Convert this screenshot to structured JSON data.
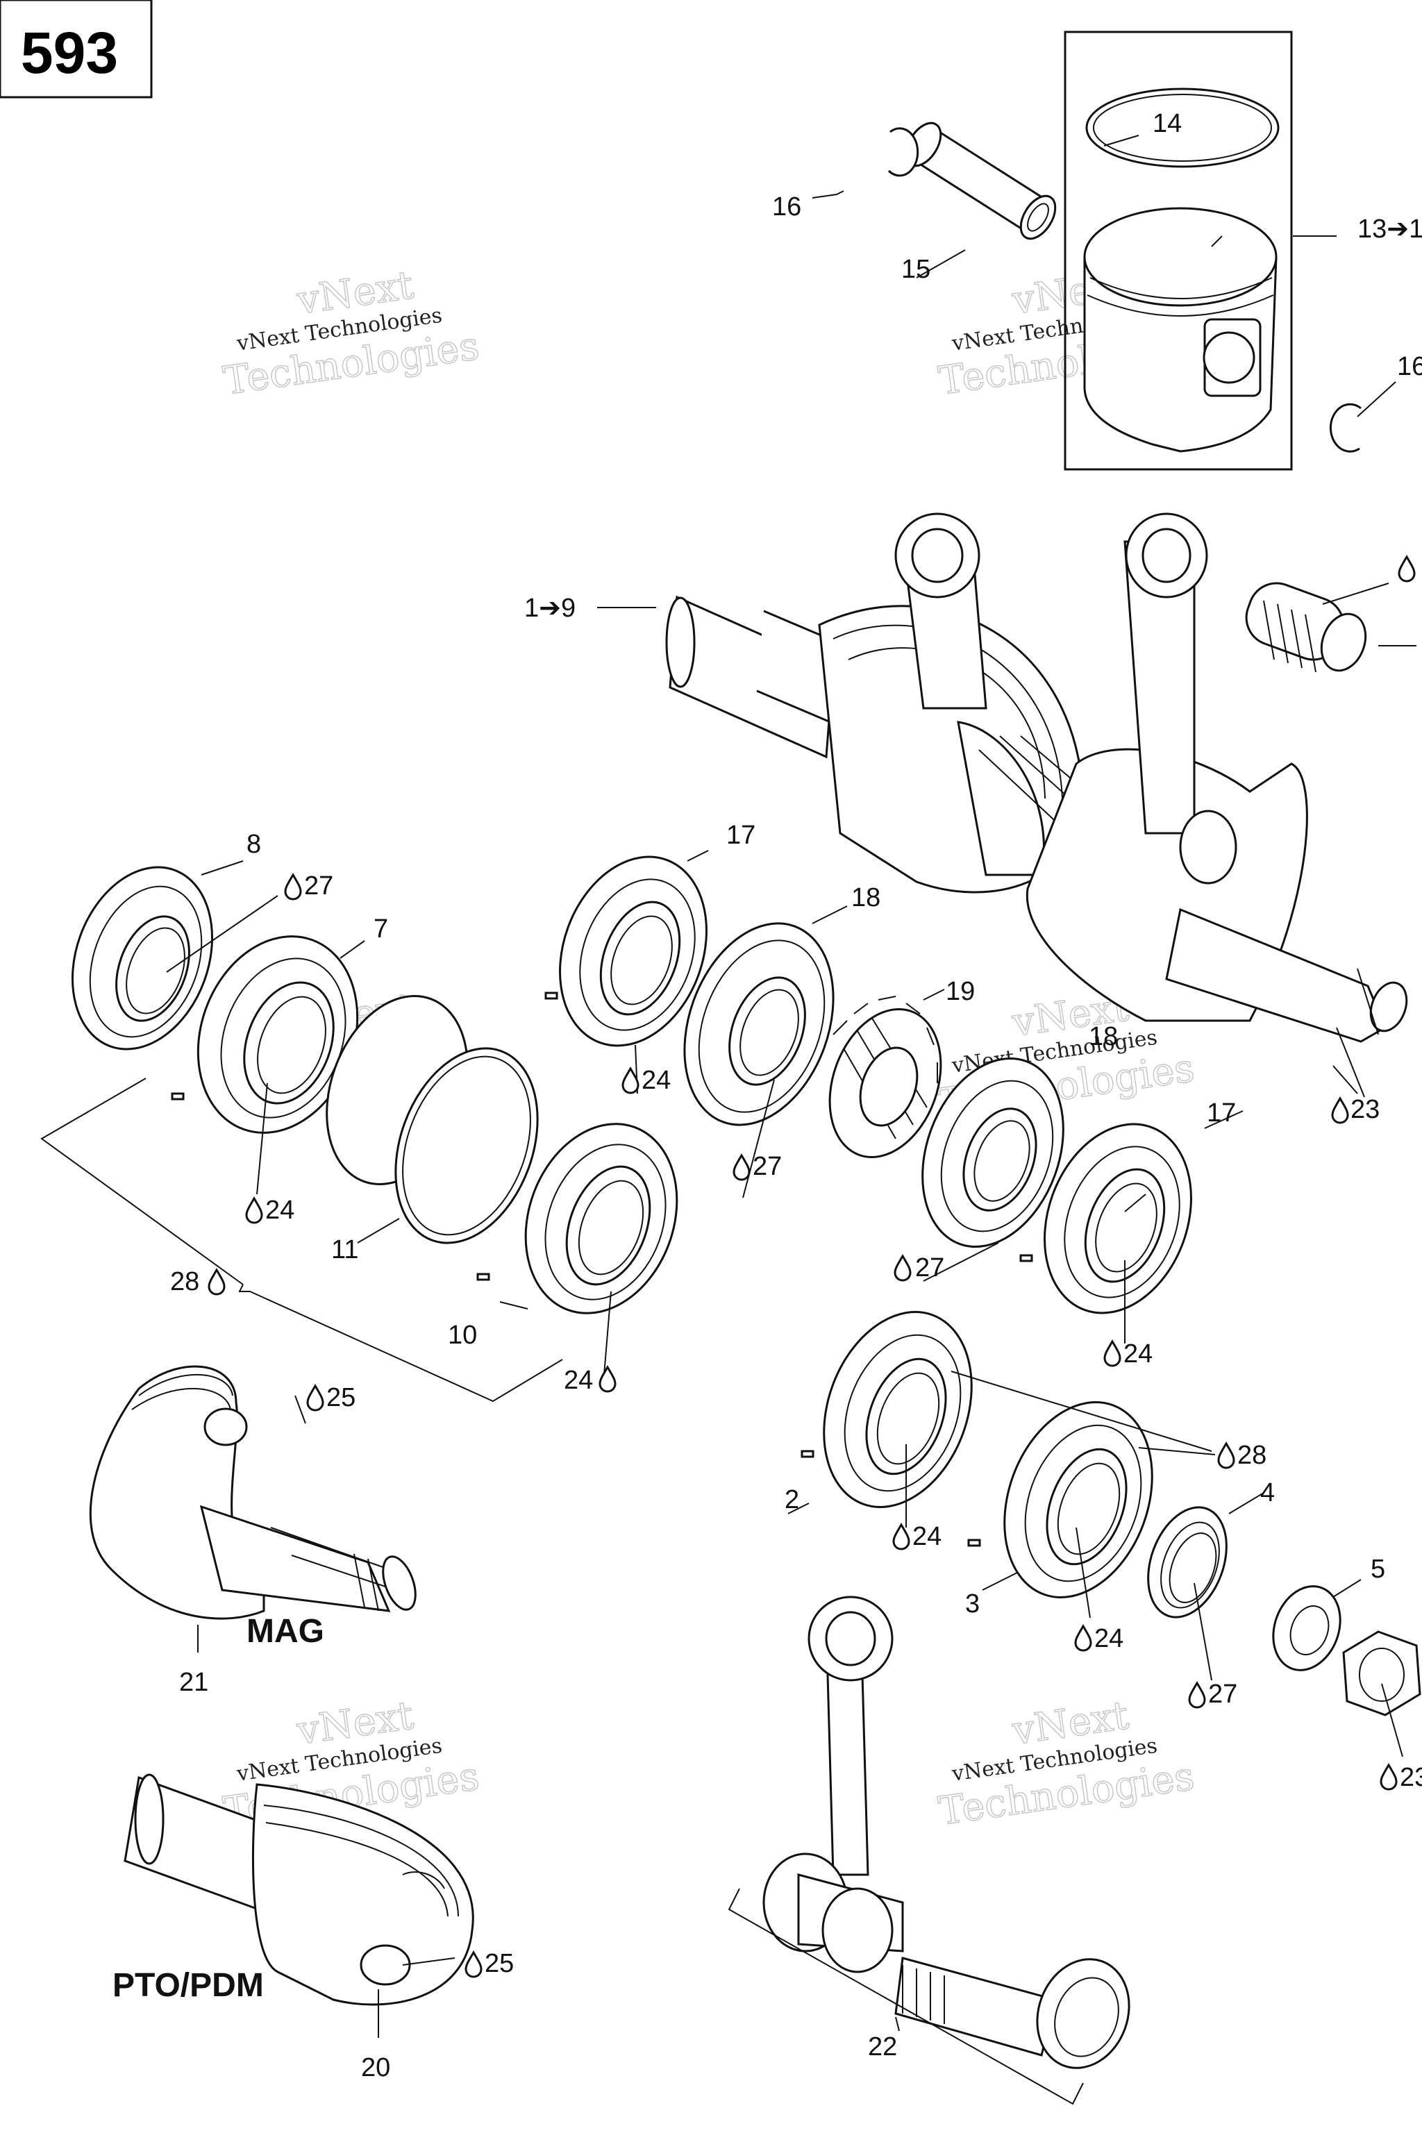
{
  "page_number": "593",
  "watermark": {
    "line1": "vNext Technologies",
    "line2": "vNext",
    "line3": "Technologies"
  },
  "labels": {
    "mag": "MAG",
    "pto": "PTO/PDM"
  },
  "callouts": [
    {
      "id": "c14",
      "text": "14"
    },
    {
      "id": "c16a",
      "text": "16"
    },
    {
      "id": "c15",
      "text": "15"
    },
    {
      "id": "c13",
      "text": "13➔1"
    },
    {
      "id": "c16b",
      "text": "16"
    },
    {
      "id": "c1to9",
      "text": "1➔9"
    },
    {
      "id": "c8",
      "text": "8"
    },
    {
      "id": "c27a",
      "text": "27"
    },
    {
      "id": "c7",
      "text": "7"
    },
    {
      "id": "c17a",
      "text": "17"
    },
    {
      "id": "c18a",
      "text": "18"
    },
    {
      "id": "c19",
      "text": "19"
    },
    {
      "id": "c18b",
      "text": "18"
    },
    {
      "id": "c23a",
      "text": "23"
    },
    {
      "id": "c24a",
      "text": "24"
    },
    {
      "id": "c24b",
      "text": "24"
    },
    {
      "id": "c27b",
      "text": "27"
    },
    {
      "id": "c11",
      "text": "11"
    },
    {
      "id": "c28a",
      "text": "28"
    },
    {
      "id": "c17b",
      "text": "17"
    },
    {
      "id": "c27c",
      "text": "27"
    },
    {
      "id": "c24c",
      "text": "24"
    },
    {
      "id": "c10",
      "text": "10"
    },
    {
      "id": "c24d",
      "text": "24"
    },
    {
      "id": "c25a",
      "text": "25"
    },
    {
      "id": "c28b",
      "text": "28"
    },
    {
      "id": "c4",
      "text": "4"
    },
    {
      "id": "c2",
      "text": "2"
    },
    {
      "id": "c24e",
      "text": "24"
    },
    {
      "id": "c3",
      "text": "3"
    },
    {
      "id": "c5",
      "text": "5"
    },
    {
      "id": "c24f",
      "text": "24"
    },
    {
      "id": "c27d",
      "text": "27"
    },
    {
      "id": "c21",
      "text": "21"
    },
    {
      "id": "c23b",
      "text": "23"
    },
    {
      "id": "c25b",
      "text": "25"
    },
    {
      "id": "c20",
      "text": "20"
    },
    {
      "id": "c22",
      "text": "22"
    }
  ]
}
